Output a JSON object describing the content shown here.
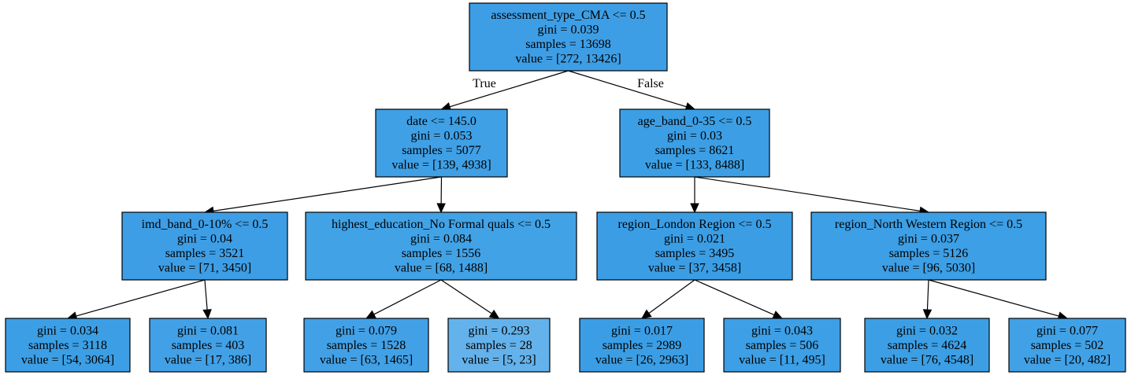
{
  "nodes": [
    {
      "id": "n0",
      "lines": [
        "assessment_type_CMA <= 0.5",
        "gini = 0.039",
        "samples = 13698",
        "value = [272, 13426]"
      ],
      "color": "#3e9ee5"
    },
    {
      "id": "n1",
      "lines": [
        "date <= 145.0",
        "gini = 0.053",
        "samples = 5077",
        "value = [139, 4938]"
      ],
      "color": "#3fa0e6"
    },
    {
      "id": "n2",
      "lines": [
        "age_band_0-35 <= 0.5",
        "gini = 0.03",
        "samples = 8621",
        "value = [133, 8488]"
      ],
      "color": "#3c9fe5"
    },
    {
      "id": "n3",
      "lines": [
        "imd_band_0-10% <= 0.5",
        "gini = 0.04",
        "samples = 3521",
        "value = [71, 3450]"
      ],
      "color": "#3e9ee5"
    },
    {
      "id": "n4",
      "lines": [
        "highest_education_No Formal quals <= 0.5",
        "gini = 0.084",
        "samples = 1556",
        "value = [68, 1488]"
      ],
      "color": "#42a2e6"
    },
    {
      "id": "n5",
      "lines": [
        "region_London Region <= 0.5",
        "gini = 0.021",
        "samples = 3495",
        "value = [37, 3458]"
      ],
      "color": "#3b9ee5"
    },
    {
      "id": "n6",
      "lines": [
        "region_North Western Region <= 0.5",
        "gini = 0.037",
        "samples = 5126",
        "value = [96, 5030]"
      ],
      "color": "#3d9fe5"
    },
    {
      "id": "n7",
      "lines": [
        "gini = 0.034",
        "samples = 3118",
        "value = [54, 3064]"
      ],
      "color": "#3c9fe5"
    },
    {
      "id": "n8",
      "lines": [
        "gini = 0.081",
        "samples = 403",
        "value = [17, 386]"
      ],
      "color": "#42a1e6"
    },
    {
      "id": "n9",
      "lines": [
        "gini = 0.079",
        "samples = 1528",
        "value = [63, 1465]"
      ],
      "color": "#42a1e6"
    },
    {
      "id": "n10",
      "lines": [
        "gini = 0.293",
        "samples = 28",
        "value = [5, 23]"
      ],
      "color": "#64b2eb"
    },
    {
      "id": "n11",
      "lines": [
        "gini = 0.017",
        "samples = 2989",
        "value = [26, 2963]"
      ],
      "color": "#3b9ee5"
    },
    {
      "id": "n12",
      "lines": [
        "gini = 0.043",
        "samples = 506",
        "value = [11, 495]"
      ],
      "color": "#3d9fe5"
    },
    {
      "id": "n13",
      "lines": [
        "gini = 0.032",
        "samples = 4624",
        "value = [76, 4548]"
      ],
      "color": "#3c9fe5"
    },
    {
      "id": "n14",
      "lines": [
        "gini = 0.077",
        "samples = 502",
        "value = [20, 482]"
      ],
      "color": "#41a1e6"
    }
  ],
  "edges": [
    {
      "from": "n0",
      "to": "n1",
      "label": "True"
    },
    {
      "from": "n0",
      "to": "n2",
      "label": "False"
    },
    {
      "from": "n1",
      "to": "n3",
      "label": ""
    },
    {
      "from": "n1",
      "to": "n4",
      "label": ""
    },
    {
      "from": "n2",
      "to": "n5",
      "label": ""
    },
    {
      "from": "n2",
      "to": "n6",
      "label": ""
    },
    {
      "from": "n3",
      "to": "n7",
      "label": ""
    },
    {
      "from": "n3",
      "to": "n8",
      "label": ""
    },
    {
      "from": "n4",
      "to": "n9",
      "label": ""
    },
    {
      "from": "n4",
      "to": "n10",
      "label": ""
    },
    {
      "from": "n5",
      "to": "n11",
      "label": ""
    },
    {
      "from": "n5",
      "to": "n12",
      "label": ""
    },
    {
      "from": "n6",
      "to": "n13",
      "label": ""
    },
    {
      "from": "n6",
      "to": "n14",
      "label": ""
    }
  ]
}
